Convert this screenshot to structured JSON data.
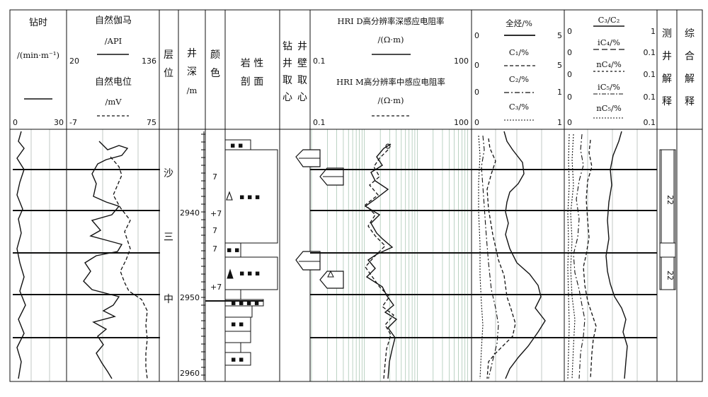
{
  "columns": {
    "drill_time": {
      "title": "钻时",
      "unit": "/(min·m⁻¹)",
      "min": "0",
      "max": "30"
    },
    "gr_sp": {
      "gr_title": "自然伽马",
      "gr_unit": "/API",
      "gr_min": "20",
      "gr_max": "136",
      "sp_title": "自然电位",
      "sp_unit": "/mV",
      "sp_min": "-7",
      "sp_max": "75"
    },
    "formation": {
      "line1": "层",
      "line2": "位"
    },
    "depth": {
      "line1": "井",
      "line2": "深",
      "line3": "/m"
    },
    "color": {
      "line1": "颜",
      "line2": "色"
    },
    "lithology": {
      "line1": "岩 性",
      "line2": "剖 面"
    },
    "coring": {
      "col1": [
        "钻",
        "井",
        "取",
        "心"
      ],
      "col2": [
        "井",
        "壁",
        "取",
        "心"
      ]
    },
    "resistivity": {
      "d_title": "HRI D高分辨率深感应电阻率",
      "d_unit": "/(Ω·m)",
      "d_min": "0.1",
      "d_max": "100",
      "m_title": "HRI M高分辨率中感应电阻率",
      "m_unit": "/(Ω·m)",
      "m_min": "0.1",
      "m_max": "100"
    },
    "gas": {
      "items": [
        {
          "label": "全烃/%",
          "min": "0",
          "max": "5"
        },
        {
          "label": "C₁/%",
          "min": "0",
          "max": "5"
        },
        {
          "label": "C₂/%",
          "min": "0",
          "max": "1"
        },
        {
          "label": "C₃/%",
          "min": "0",
          "max": "1"
        }
      ]
    },
    "gas_ratio": {
      "items": [
        {
          "label": "C₃/C₂",
          "min": "0",
          "max": "1"
        },
        {
          "label": "iC₄/%",
          "min": "0",
          "max": "0.1"
        },
        {
          "label": "nC₄/%",
          "min": "0",
          "max": "0.1"
        },
        {
          "label": "iC₅/%",
          "min": "0",
          "max": "0.1"
        },
        {
          "label": "nC₅/%",
          "min": "0",
          "max": "0.1"
        }
      ]
    },
    "log_interp": {
      "chars": [
        "测",
        "井",
        "解",
        "释"
      ]
    },
    "comp_interp": {
      "chars": [
        "综",
        "合",
        "解",
        "释"
      ]
    }
  },
  "formation_name": [
    "沙",
    "三",
    "中"
  ],
  "depth_labels": [
    "2940",
    "2950",
    "2960"
  ],
  "color_codes": [
    "7",
    "+7",
    "7",
    "7",
    "+7"
  ],
  "interp_codes": [
    "22",
    "22"
  ]
}
